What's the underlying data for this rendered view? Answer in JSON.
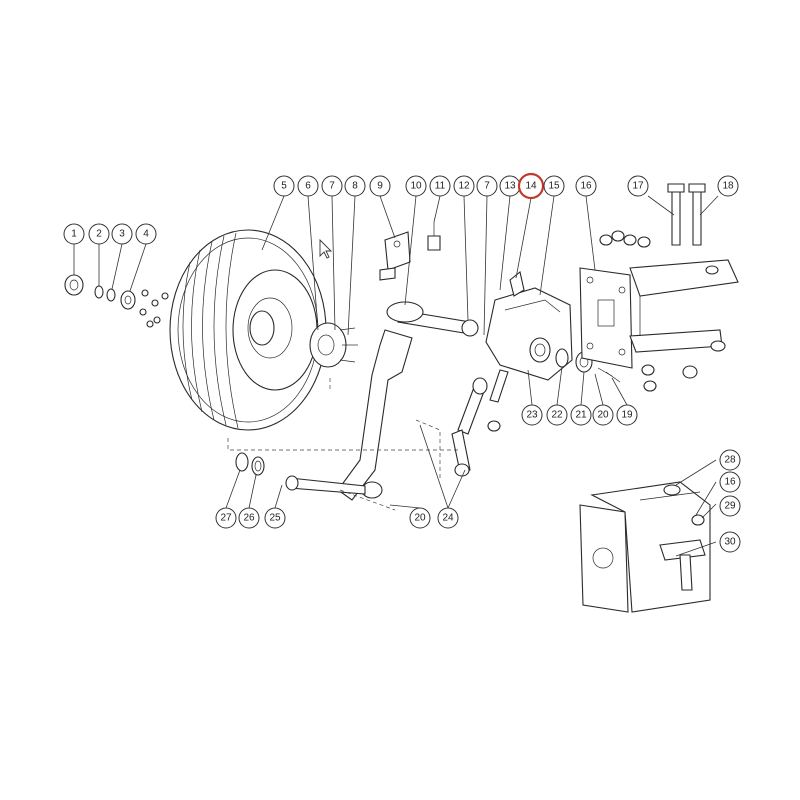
{
  "diagram": {
    "highlight_color": "#c0392b",
    "line_color": "#2a2a2a",
    "selected_label": "14",
    "callouts": [
      "1",
      "2",
      "3",
      "4",
      "5",
      "6",
      "7",
      "8",
      "9",
      "10",
      "11",
      "12",
      "7",
      "13",
      "14",
      "15",
      "16",
      "17",
      "18",
      "19",
      "20",
      "21",
      "22",
      "23",
      "24",
      "20",
      "25",
      "26",
      "27",
      "28",
      "16",
      "29",
      "30"
    ]
  }
}
